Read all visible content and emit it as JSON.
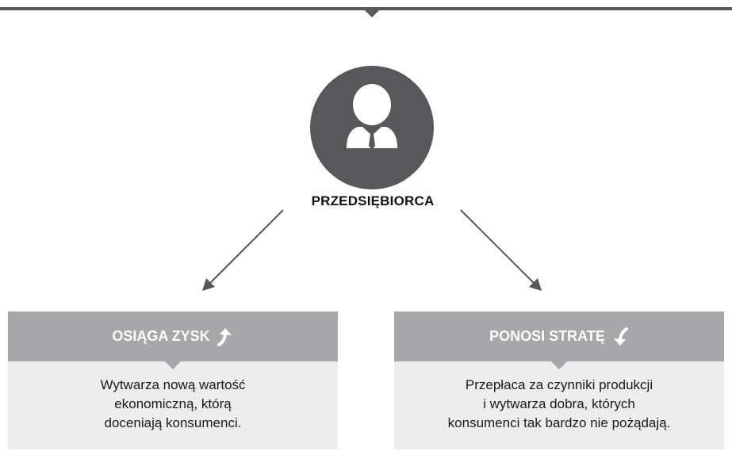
{
  "person": {
    "label": "PRZEDSIĘBIORCA",
    "icon": "businessman-icon"
  },
  "colors": {
    "dark": "#58585a",
    "header": "#a7a7a9",
    "body": "#ededee"
  },
  "outcomes": [
    {
      "title": "OSIĄGA ZYSK",
      "icon": "arrow-up-icon",
      "lines": [
        "Wytwarza nową wartość",
        "ekonomiczną, którą",
        "doceniają konsumenci."
      ]
    },
    {
      "title": "PONOSI STRATĘ",
      "icon": "arrow-down-icon",
      "lines": [
        "Przepłaca za czynniki produkcji",
        "i wytwarza dobra, których",
        "konsumenci tak bardzo nie pożądają."
      ]
    }
  ]
}
